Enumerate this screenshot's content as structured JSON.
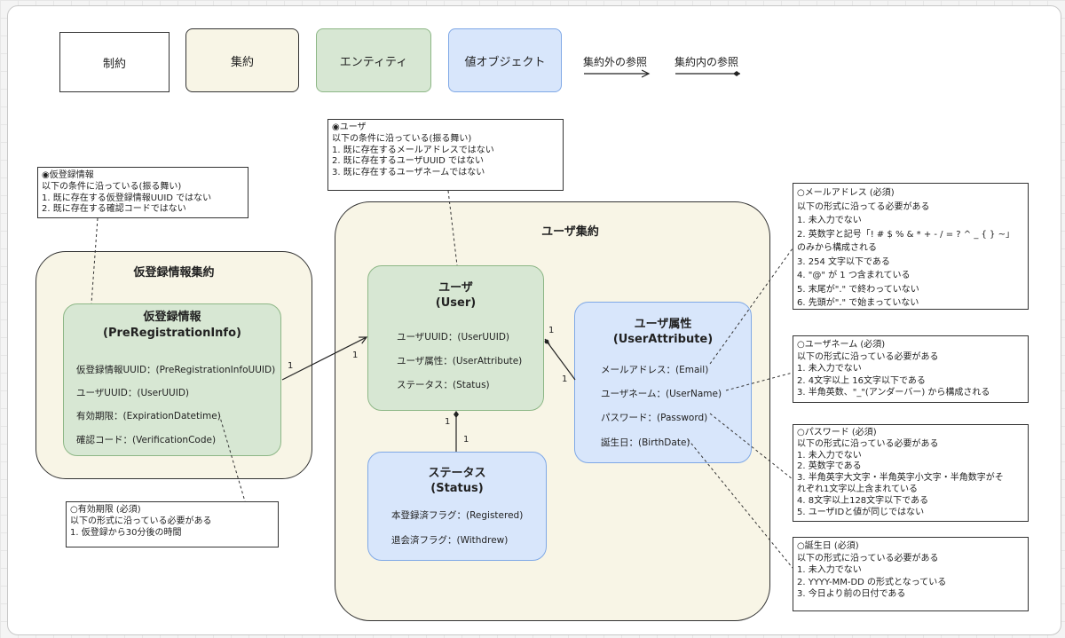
{
  "legend": {
    "constraint": "制約",
    "aggregate": "集約",
    "entity": "エンティティ",
    "value_object": "値オブジェクト",
    "external_ref": "集約外の参照",
    "internal_ref": "集約内の参照"
  },
  "aggregates": {
    "pre_registration": "仮登録情報集約",
    "user": "ユーザ集約"
  },
  "objects": {
    "pre_registration_info": {
      "title": "仮登録情報",
      "subtitle": "(PreRegistrationInfo)",
      "fields": [
        "仮登録情報UUID：(PreRegistrationInfoUUID)",
        "ユーザUUID：(UserUUID)",
        "有効期限：(ExpirationDatetime)",
        "確認コード：(VerificationCode)"
      ]
    },
    "user": {
      "title": "ユーザ",
      "subtitle": "(User)",
      "fields": [
        "ユーザUUID：(UserUUID)",
        "ユーザ属性：(UserAttribute)",
        "ステータス：(Status)"
      ]
    },
    "user_attribute": {
      "title": "ユーザ属性",
      "subtitle": "(UserAttribute)",
      "fields": [
        "メールアドレス：(Email)",
        "ユーザネーム：(UserName)",
        "パスワード：(Password)",
        "誕生日：(BirthDate)"
      ]
    },
    "status": {
      "title": "ステータス",
      "subtitle": "(Status)",
      "fields": [
        "本登録済フラグ：(Registered)",
        "退会済フラグ：(Withdrew)"
      ]
    }
  },
  "notes": {
    "pre_registration": [
      "◉仮登録情報",
      "以下の条件に沿っている(振る舞い)",
      "1. 既に存在する仮登録情報UUID ではない",
      "2. 既に存在する確認コードではない"
    ],
    "user": [
      "◉ユーザ",
      "以下の条件に沿っている(振る舞い)",
      "1. 既に存在するメールアドレスではない",
      "2. 既に存在するユーザUUID ではない",
      "3. 既に存在するユーザネームではない"
    ],
    "expiration": [
      "○有効期限 (必須)",
      "以下の形式に沿っている必要がある",
      "1. 仮登録から30分後の時間"
    ],
    "email": [
      "○メールアドレス (必須)",
      "以下の形式に沿ってる必要がある",
      "1. 未入力でない",
      "2. 英数字と記号「! # $ % & * + - / = ? ^ _ { } ~」",
      "のみから構成される",
      "3. 254 文字以下である",
      "4. \"@\" が 1 つ含まれている",
      "5. 末尾が\".\" で終わっていない",
      "6. 先頭が\".\" で始まっていない"
    ],
    "username": [
      "○ユーザネーム (必須)",
      "以下の形式に沿っている必要がある",
      "1. 未入力でない",
      "2. 4文字以上 16文字以下である",
      "3. 半角英数、\"_\"(アンダーバー) から構成される"
    ],
    "password": [
      "○パスワード (必須)",
      "以下の形式に沿っている必要がある",
      "1. 未入力でない",
      "2. 英数字である",
      "3. 半角英字大文字・半角英字小文字・半角数字がそ",
      "れぞれ1文字以上含まれている",
      "4. 8文字以上128文字以下である",
      "5. ユーザIDと値が同じではない"
    ],
    "birthdate": [
      "○誕生日 (必須)",
      "以下の形式に沿っている必要がある",
      "1. 未入力でない",
      "2. YYYY-MM-DD の形式となっている",
      "3. 今日より前の日付である"
    ]
  },
  "multiplicities": {
    "pre_to_user_src": "1",
    "pre_to_user_dst": "1",
    "user_to_attr_src": "1",
    "user_to_attr_dst": "1",
    "user_to_status_src": "1",
    "user_to_status_dst": "1"
  },
  "colors": {
    "entity_fill": "#d7e7d3",
    "entity_border": "#8db786",
    "value_fill": "#d8e6fb",
    "value_border": "#7fa8e6",
    "aggregate_fill": "#f8f5e6"
  }
}
